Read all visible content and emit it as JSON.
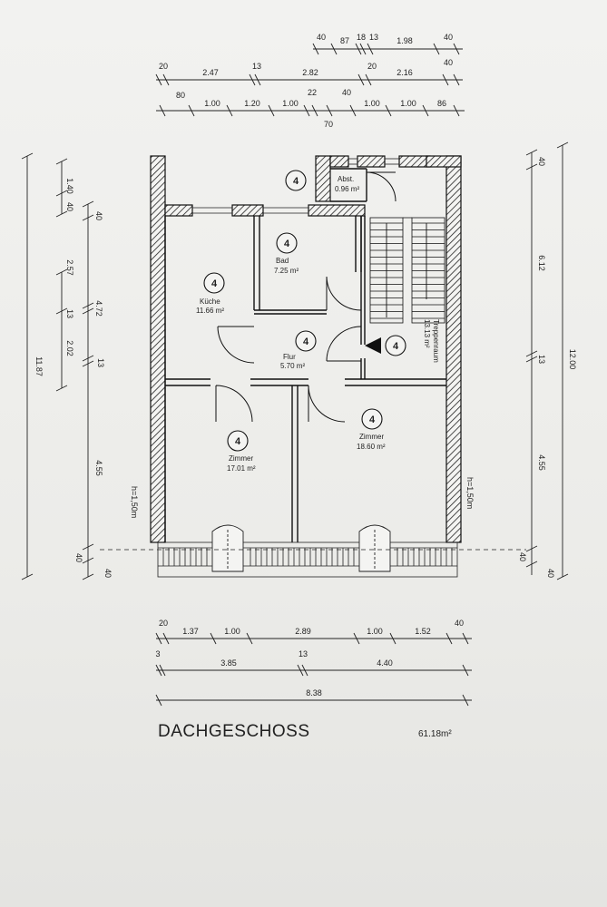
{
  "title": "DACHGESCHOSS",
  "total_area": "61.18m²",
  "tag_label": "4",
  "rooms": {
    "abst": {
      "name": "Abst.",
      "area": "0.96 m²"
    },
    "bad": {
      "name": "Bad",
      "area": "7.25 m²"
    },
    "kueche": {
      "name": "Küche",
      "area": "11.66 m²"
    },
    "flur": {
      "name": "Flur",
      "area": "5.70 m²"
    },
    "treppenraum": {
      "name": "Treppenraum",
      "area": "13.13 m²"
    },
    "zimmer_left": {
      "name": "Zimmer",
      "area": "17.01 m²"
    },
    "zimmer_right": {
      "name": "Zimmer",
      "area": "18.60 m²"
    }
  },
  "height_notes": {
    "left": "h=1,50m",
    "right": "h=1,50m"
  },
  "dims_top": {
    "row1": [
      "40",
      "87",
      "18",
      "13",
      "1.98",
      "40"
    ],
    "row2": [
      "20",
      "2.47",
      "13",
      "2.82",
      "20",
      "2.16",
      "40"
    ],
    "row3": [
      "80",
      "1.00",
      "1.20",
      "1.00",
      "22",
      "40",
      "1.00",
      "1.00",
      "86"
    ],
    "row3_below": "70"
  },
  "dims_bottom": {
    "row1": [
      "20",
      "1.37",
      "1.00",
      "2.89",
      "1.00",
      "1.52",
      "40"
    ],
    "row2": [
      "3",
      "3.85",
      "13",
      "4.40"
    ],
    "row3": [
      "8.38"
    ]
  },
  "dims_left": {
    "outer": "11.87",
    "col_a": [
      "1.40",
      "40"
    ],
    "col_b": [
      "40",
      "2.57",
      "13",
      "2.02",
      "13",
      "4.55",
      "40"
    ],
    "col_c": [
      "4.72"
    ],
    "bottom": "40"
  },
  "dims_right": {
    "outer": "12.00",
    "inner": [
      "40",
      "6.12",
      "13",
      "4.55",
      "40"
    ],
    "bottom": "40"
  }
}
